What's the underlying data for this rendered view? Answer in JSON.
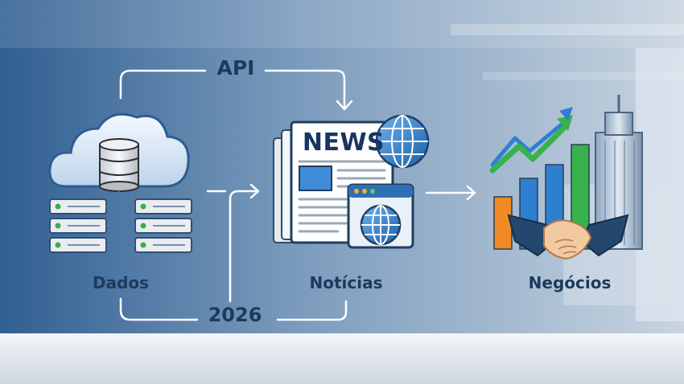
{
  "labels": {
    "api": "API",
    "year": "2026",
    "dados": "Dados",
    "noticias": "Notícias",
    "negocios": "Negócios"
  },
  "newspaper": {
    "masthead": "NEWS"
  },
  "icons": [
    "cloud-icon",
    "database-icon",
    "server-rack-icon",
    "newspaper-icon",
    "globe-icon",
    "browser-window-icon",
    "bar-chart-icon",
    "trend-arrow-icon",
    "skyscraper-icon",
    "handshake-icon"
  ],
  "colors": {
    "text": "#1d3a5c",
    "accent_blue": "#2f7fd0",
    "accent_green": "#37b24d",
    "accent_orange": "#f08a24",
    "arrow": "#ffffff"
  }
}
